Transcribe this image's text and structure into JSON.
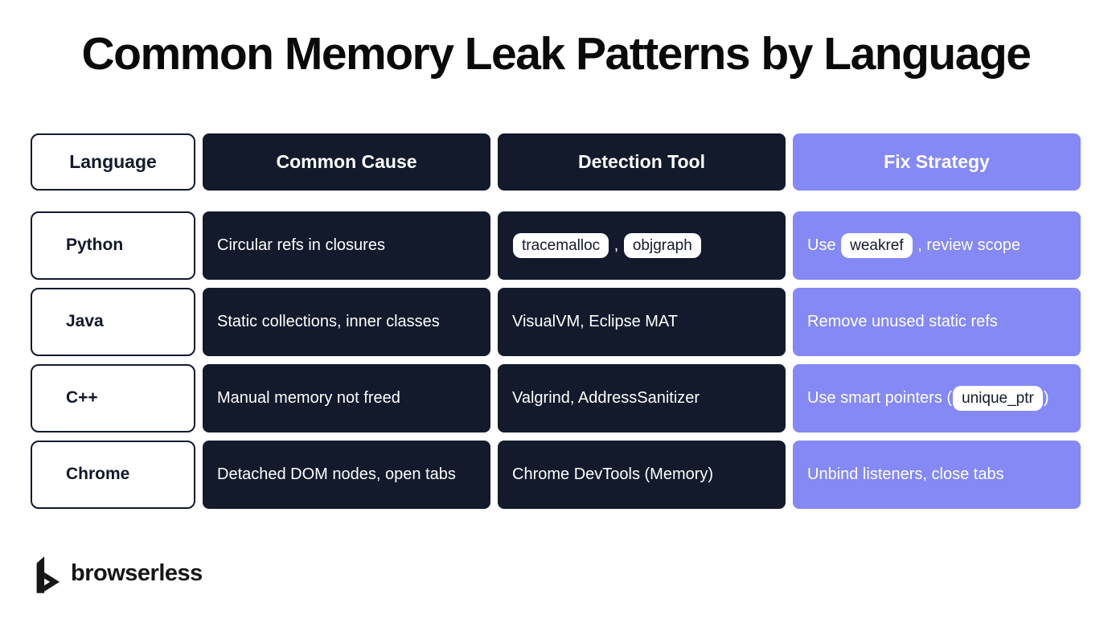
{
  "title": "Common Memory Leak Patterns by Language",
  "colors": {
    "navy": "#121A2C",
    "purple": "#8489F6",
    "background": "#FFFFFF",
    "pill_background": "#FFFFFF",
    "pill_text": "#121A2C"
  },
  "table": {
    "headers": [
      {
        "label": "Language",
        "style": "outline"
      },
      {
        "label": "Common Cause",
        "style": "navy"
      },
      {
        "label": "Detection Tool",
        "style": "navy"
      },
      {
        "label": "Fix Strategy",
        "style": "purple"
      }
    ],
    "rows": [
      {
        "language": "Python",
        "cause": [
          {
            "t": "Circular refs in closures"
          }
        ],
        "detection": [
          {
            "t": "tracemalloc",
            "pill": true
          },
          {
            "t": " , "
          },
          {
            "t": "objgraph",
            "pill": true
          }
        ],
        "fix": [
          {
            "t": "Use "
          },
          {
            "t": "weakref",
            "pill": true
          },
          {
            "t": " , review scope"
          }
        ]
      },
      {
        "language": "Java",
        "cause": [
          {
            "t": "Static collections, inner classes"
          }
        ],
        "detection": [
          {
            "t": "VisualVM, Eclipse MAT"
          }
        ],
        "fix": [
          {
            "t": "Remove unused static refs"
          }
        ]
      },
      {
        "language": "C++",
        "cause": [
          {
            "t": "Manual memory not freed"
          }
        ],
        "detection": [
          {
            "t": "Valgrind, AddressSanitizer"
          }
        ],
        "fix": [
          {
            "t": "Use smart pointers ("
          },
          {
            "t": "unique_ptr",
            "pill": true
          },
          {
            "t": ")"
          }
        ]
      },
      {
        "language": "Chrome",
        "cause": [
          {
            "t": "Detached DOM nodes, open tabs"
          }
        ],
        "detection": [
          {
            "t": "Chrome DevTools (Memory)"
          }
        ],
        "fix": [
          {
            "t": "Unbind listeners, close tabs"
          }
        ]
      }
    ]
  },
  "footer": {
    "brand": "browserless",
    "logo_icon": "browserless-b-icon"
  }
}
